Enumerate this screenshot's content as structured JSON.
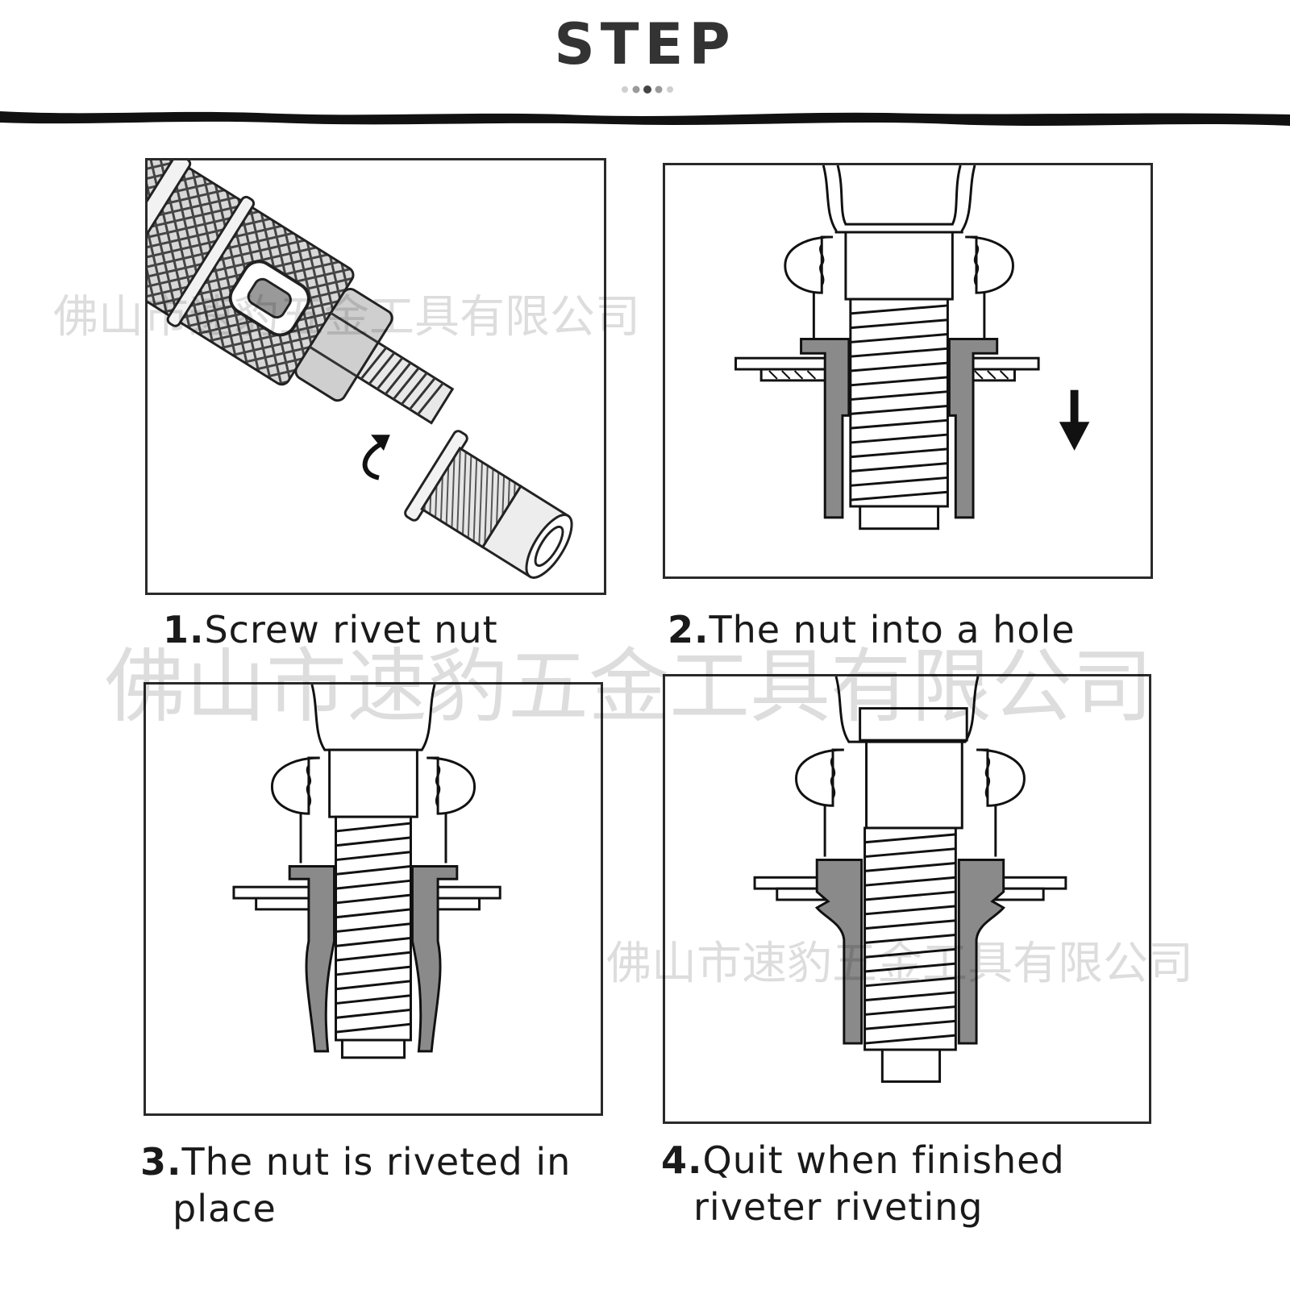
{
  "header": {
    "title": "STEP"
  },
  "steps": [
    {
      "number": "1.",
      "text": "Screw rivet nut",
      "text_line2": ""
    },
    {
      "number": "2.",
      "text": "The nut into a hole",
      "text_line2": ""
    },
    {
      "number": "3.",
      "text": "The nut is riveted in",
      "text_line2": "place"
    },
    {
      "number": "4.",
      "text": "Quit when finished",
      "text_line2": "riveter riveting"
    }
  ],
  "watermark": {
    "text": "佛山市速豹五金工具有限公司"
  },
  "colors": {
    "title": "#333333",
    "line": "#111111",
    "nut_fill": "#8a8a8a"
  },
  "icons": {
    "step1": "riveter-screwing-nut-illustration",
    "step2": "nut-inserted-cross-section",
    "step3": "nut-riveted-cross-section",
    "step4": "riveter-removed-cross-section",
    "arrow": "arrow-down-icon"
  }
}
